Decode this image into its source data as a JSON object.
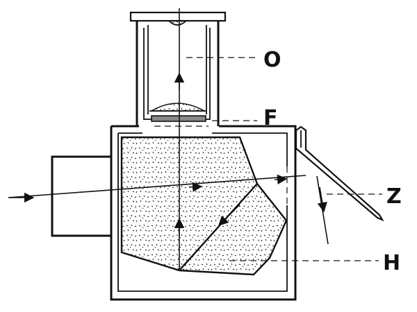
{
  "labels": {
    "eyepiece": "O",
    "filter": "F",
    "mirror": "Z",
    "prism": "H"
  },
  "colors": {
    "ink": "#111111",
    "paper": "#ffffff"
  }
}
